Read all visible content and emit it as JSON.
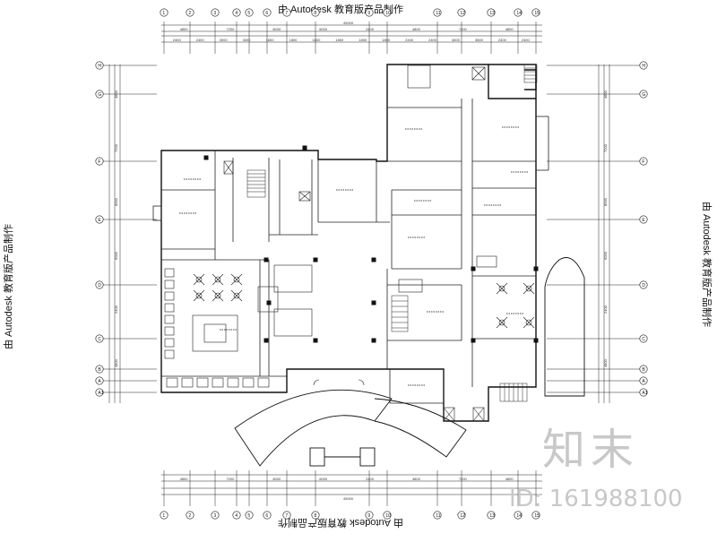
{
  "watermark": {
    "text": "由 Autodesk 教育版产品制作"
  },
  "axes": {
    "top": [
      "1",
      "2",
      "3",
      "4",
      "5",
      "6",
      "7",
      "8",
      "9",
      "10",
      "11",
      "12",
      "13",
      "14",
      "15"
    ],
    "bottom": [
      "1",
      "2",
      "3",
      "4",
      "5",
      "6",
      "7",
      "8",
      "9",
      "10",
      "11",
      "12",
      "13",
      "14",
      "15"
    ],
    "left": [
      "H",
      "G",
      "F",
      "E",
      "D",
      "C",
      "B",
      "A",
      "A1"
    ],
    "right": [
      "H",
      "G",
      "F",
      "E",
      "D",
      "C",
      "B",
      "A",
      "A1"
    ]
  },
  "dimensions": {
    "top_row1": [
      "4800",
      "7200",
      "8000",
      "6000",
      "2400",
      "4800",
      "7200",
      "4800"
    ],
    "top_row2": [
      "2400",
      "2400",
      "3000",
      "3000",
      "1800",
      "1800",
      "1800",
      "1800",
      "1800",
      "1800",
      "2400",
      "2400",
      "3600",
      "3600",
      "2400",
      "2400"
    ],
    "top_total": "45000",
    "bottom_row1": [
      "4800",
      "7200",
      "8000",
      "6000",
      "2400",
      "4800",
      "7200",
      "4800"
    ],
    "bottom_total": "45000",
    "left_col": [
      "4800",
      "7200",
      "8000",
      "6000",
      "2400",
      "4800"
    ],
    "right_col": [
      "4800",
      "7200",
      "8000",
      "6000",
      "2400",
      "4800"
    ]
  },
  "brand": {
    "logo": "知末",
    "id": "ID: 161988100"
  }
}
